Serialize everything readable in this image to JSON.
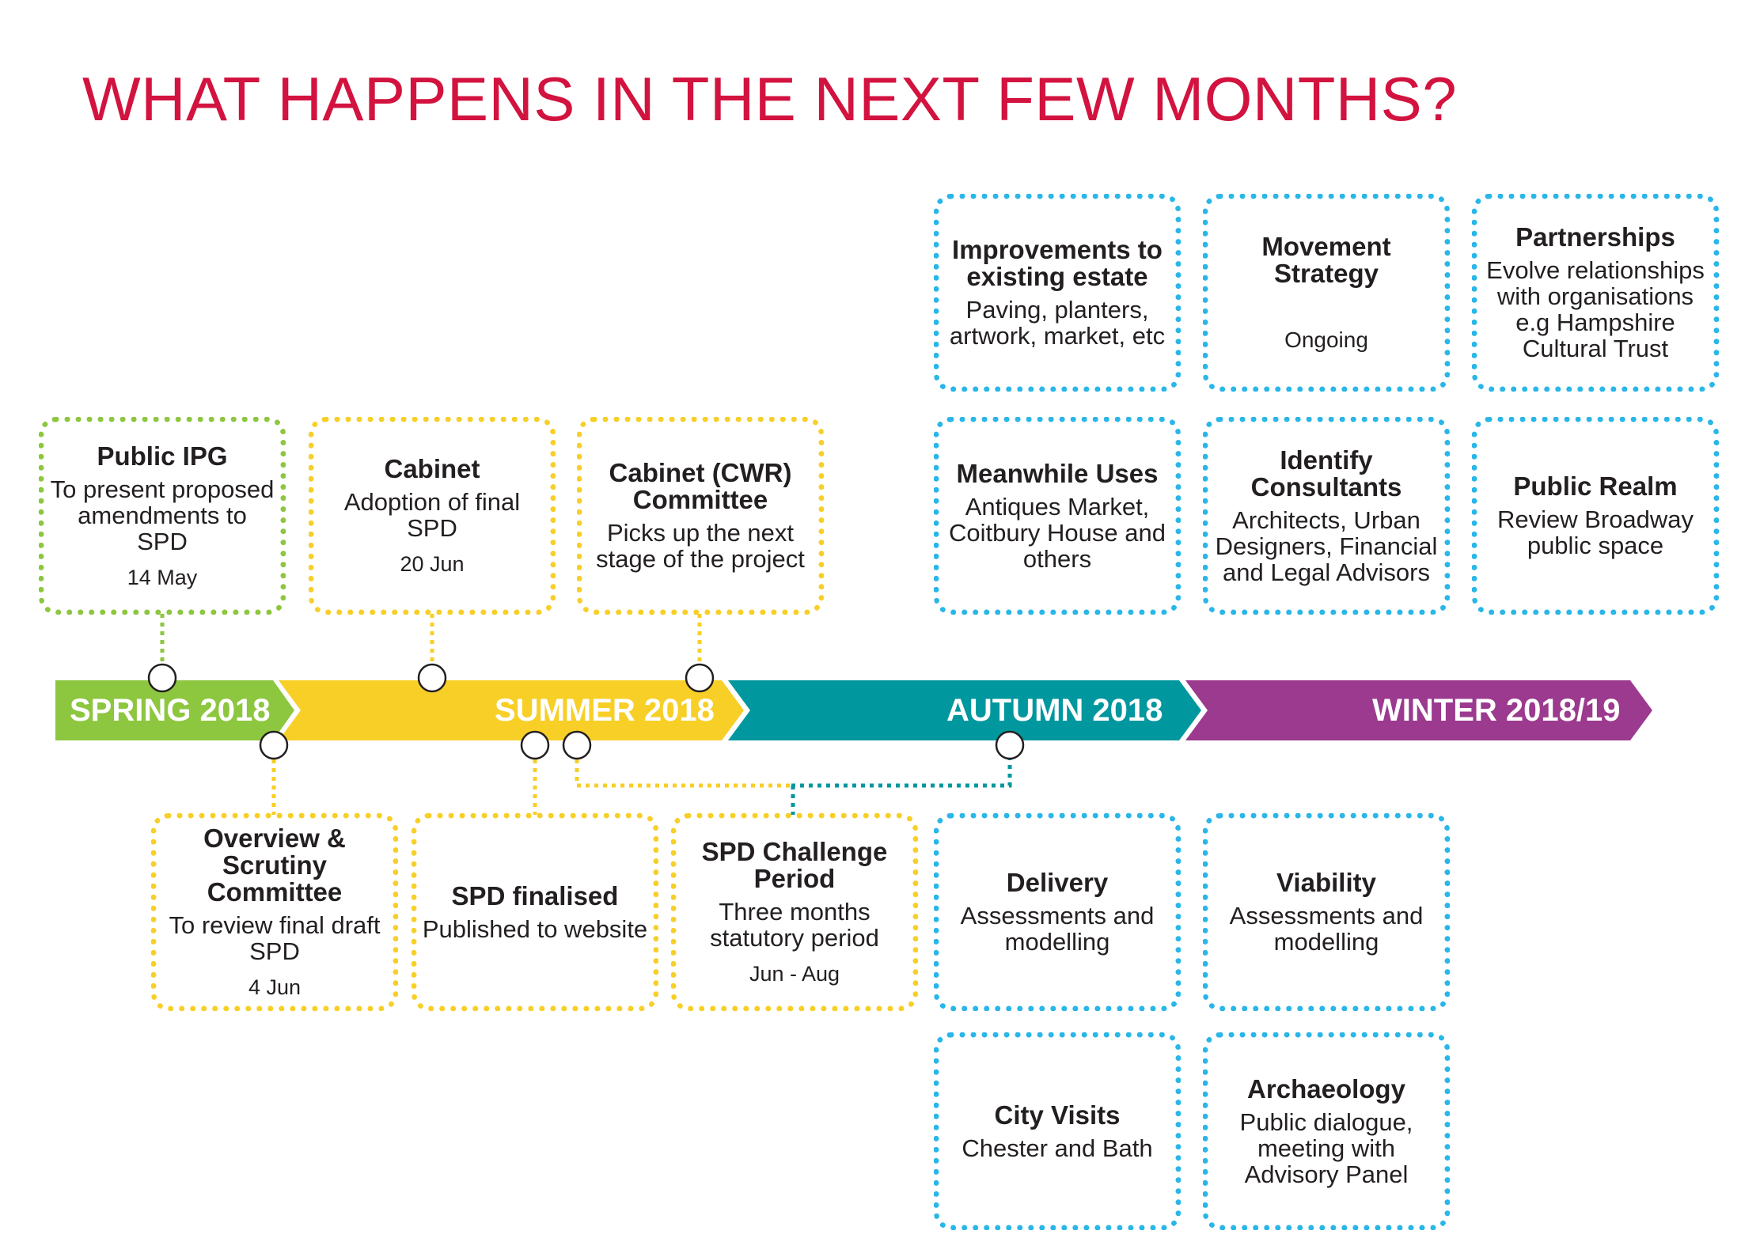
{
  "title": "WHAT HAPPENS IN THE NEXT FEW MONTHS?",
  "colors": {
    "title": "#d3133f",
    "spring": "#8dc63f",
    "summer": "#f7cf27",
    "autumn": "#00979e",
    "winter": "#9b3a8e",
    "box_blue": "#29b6e8"
  },
  "seasons": [
    {
      "label": "SPRING 2018"
    },
    {
      "label": "SUMMER 2018"
    },
    {
      "label": "AUTUMN 2018"
    },
    {
      "label": "WINTER 2018/19"
    }
  ],
  "above_timeline": [
    {
      "title": "Public IPG",
      "desc": "To present proposed amendments to SPD",
      "date": "14 May"
    },
    {
      "title": "Cabinet",
      "desc": "Adoption of final SPD",
      "date": "20 Jun"
    },
    {
      "title": "Cabinet (CWR) Committee",
      "desc": "Picks up the next stage of the project",
      "date": ""
    }
  ],
  "below_timeline": [
    {
      "title": "Overview & Scrutiny Committee",
      "desc": "To review final draft SPD",
      "date": "4 Jun"
    },
    {
      "title": "SPD finalised",
      "desc": "Published to website",
      "date": ""
    },
    {
      "title": "SPD Challenge Period",
      "desc": "Three months statutory period",
      "date": "Jun - Aug"
    }
  ],
  "ongoing_top": [
    {
      "title": "Improvements to existing estate",
      "desc": "Paving, planters, artwork, market, etc"
    },
    {
      "title": "Movement Strategy",
      "desc": "Ongoing"
    },
    {
      "title": "Partnerships",
      "desc": "Evolve relationships with organisations e.g Hampshire Cultural Trust"
    },
    {
      "title": "Meanwhile Uses",
      "desc": "Antiques Market, Coitbury House and others"
    },
    {
      "title": "Identify Consultants",
      "desc": "Architects, Urban Designers, Financial and Legal Advisors"
    },
    {
      "title": "Public Realm",
      "desc": "Review Broadway public space"
    }
  ],
  "ongoing_bottom": [
    {
      "title": "Delivery",
      "desc": "Assessments and modelling"
    },
    {
      "title": "Viability",
      "desc": "Assessments and modelling"
    },
    {
      "title": "City Visits",
      "desc": "Chester and Bath"
    },
    {
      "title": "Archaeology",
      "desc": "Public dialogue, meeting with Advisory Panel"
    }
  ]
}
